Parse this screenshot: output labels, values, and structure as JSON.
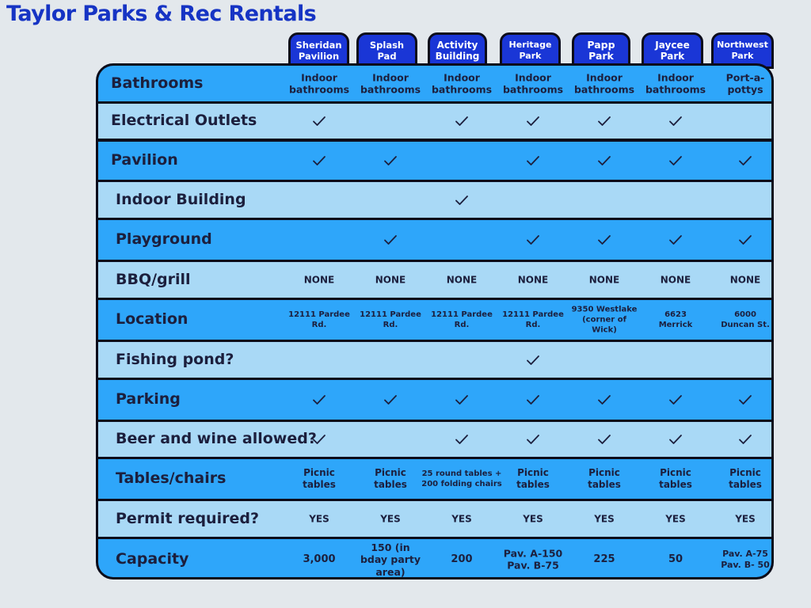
{
  "title": "Taylor Parks & Rec Rentals",
  "columns": [
    [
      "Sheridan",
      "Pavilion"
    ],
    [
      "Splash",
      "Pad"
    ],
    [
      "Activity",
      "Building"
    ],
    [
      "Heritage",
      "Park"
    ],
    [
      "Papp",
      "Park"
    ],
    [
      "Jaycee",
      "Park"
    ],
    [
      "Northwest",
      "Park"
    ]
  ],
  "rows": [
    {
      "label": "Bathrooms",
      "cells": [
        [
          "Indoor",
          "bathrooms"
        ],
        [
          "Indoor",
          "bathrooms"
        ],
        [
          "Indoor",
          "bathrooms"
        ],
        [
          "Indoor",
          "bathrooms"
        ],
        [
          "Indoor",
          "bathrooms"
        ],
        [
          "Indoor",
          "bathrooms"
        ],
        [
          "Port-a-",
          "pottys"
        ]
      ]
    },
    {
      "label": "Electrical Outlets",
      "cells": [
        "check",
        "",
        "check",
        "check",
        "check",
        "check",
        ""
      ]
    },
    {
      "label": "Pavilion",
      "cells": [
        "check",
        "check",
        "",
        "check",
        "check",
        "check",
        "check"
      ]
    },
    {
      "label": "Indoor Building",
      "cells": [
        "",
        "",
        "check",
        "",
        "",
        "",
        ""
      ]
    },
    {
      "label": "Playground",
      "cells": [
        "",
        "check",
        "",
        "check",
        "check",
        "check",
        "check"
      ]
    },
    {
      "label": "BBQ/grill",
      "cells": [
        [
          "NONE"
        ],
        [
          "NONE"
        ],
        [
          "NONE"
        ],
        [
          "NONE"
        ],
        [
          "NONE"
        ],
        [
          "NONE"
        ],
        [
          "NONE"
        ]
      ]
    },
    {
      "label": "Location",
      "cells": [
        [
          "12111 Pardee",
          "Rd."
        ],
        [
          "12111 Pardee",
          "Rd."
        ],
        [
          "12111 Pardee",
          "Rd."
        ],
        [
          "12111 Pardee",
          "Rd."
        ],
        [
          "9350 Westlake",
          "(corner of",
          "Wick)"
        ],
        [
          "6623",
          "Merrick"
        ],
        [
          "6000",
          "Duncan St."
        ]
      ]
    },
    {
      "label": "Fishing pond?",
      "cells": [
        "",
        "",
        "",
        "check",
        "",
        "",
        ""
      ]
    },
    {
      "label": "Parking",
      "cells": [
        "check",
        "check",
        "check",
        "check",
        "check",
        "check",
        "check"
      ]
    },
    {
      "label": "Beer and wine allowed?",
      "cells": [
        "check",
        "",
        "check",
        "check",
        "check",
        "check",
        "check"
      ]
    },
    {
      "label": "Tables/chairs",
      "cells": [
        [
          "Picnic",
          "tables"
        ],
        [
          "Picnic",
          "tables"
        ],
        [
          "25 round tables +",
          "200 folding chairs"
        ],
        [
          "Picnic",
          "tables"
        ],
        [
          "Picnic",
          "tables"
        ],
        [
          "Picnic",
          "tables"
        ],
        [
          "Picnic",
          "tables"
        ]
      ]
    },
    {
      "label": "Permit required?",
      "cells": [
        [
          "YES"
        ],
        [
          "YES"
        ],
        [
          "YES"
        ],
        [
          "YES"
        ],
        [
          "YES"
        ],
        [
          "YES"
        ],
        [
          "YES"
        ]
      ]
    },
    {
      "label": "Capacity",
      "cells": [
        [
          "3,000"
        ],
        [
          "150 (in",
          "bday party",
          "area)"
        ],
        [
          "200"
        ],
        [
          "Pav. A-150",
          "Pav. B-75"
        ],
        [
          "225"
        ],
        [
          "50"
        ],
        [
          "Pav. A-75",
          "Pav. B- 50"
        ]
      ]
    }
  ],
  "colors": {
    "title": "#1634c4",
    "tab": "#1a36d6",
    "row_dark": "#2ea6fa",
    "row_light": "#a9d9f6",
    "border": "#0c0c1a",
    "text": "#1c1f3d"
  },
  "icons": {
    "check": "check-icon"
  }
}
